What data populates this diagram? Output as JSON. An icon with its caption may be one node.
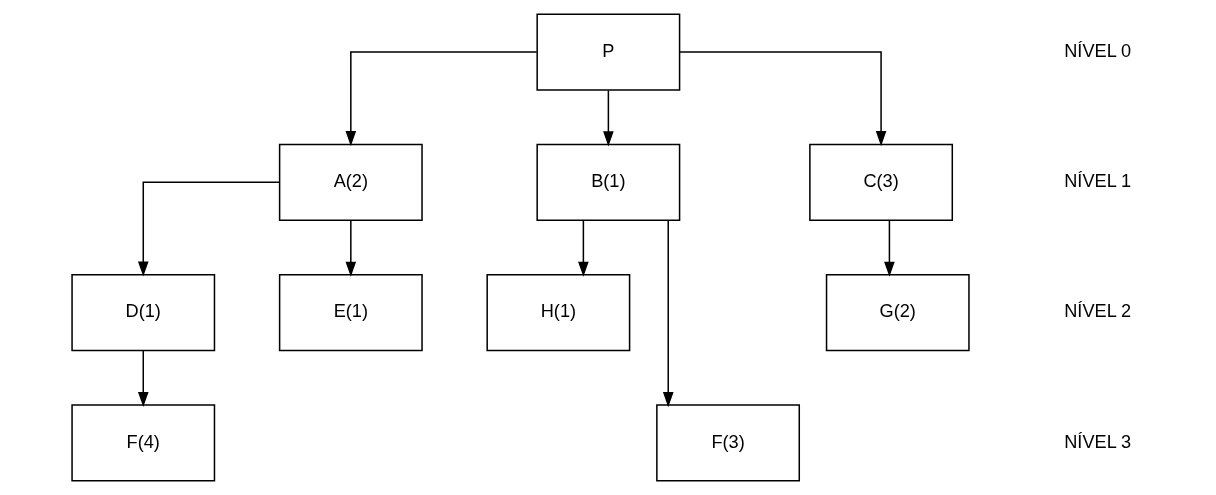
{
  "diagram": {
    "nodes": [
      {
        "text": [
          "P"
        ]
      },
      {
        "text": [
          "A(2)"
        ]
      },
      {
        "text": [
          "B(1)"
        ]
      },
      {
        "text": [
          "C(3)"
        ]
      },
      {
        "text": [
          "D(1)"
        ]
      },
      {
        "text": [
          "E(1)"
        ]
      },
      {
        "text": [
          "H(1)"
        ]
      },
      {
        "text": [
          "G(2)"
        ]
      },
      {
        "text": [
          "F(4)"
        ]
      },
      {
        "text": [
          "F(3)"
        ]
      }
    ],
    "edges": [
      {
        "from": 0,
        "to": 1,
        "arrow": "to"
      },
      {
        "from": 0,
        "to": 2,
        "arrow": "to"
      },
      {
        "from": 0,
        "to": 3,
        "arrow": "to"
      },
      {
        "from": 1,
        "to": 4,
        "arrow": "to"
      },
      {
        "from": 1,
        "to": 5,
        "arrow": "to"
      },
      {
        "from": 2,
        "to": 6,
        "arrow": "to"
      },
      {
        "from": 2,
        "to": 9,
        "arrow": "to"
      },
      {
        "from": 3,
        "to": 7,
        "arrow": "to"
      },
      {
        "from": 4,
        "to": 8,
        "arrow": "to"
      }
    ],
    "labels": [
      "NÍVEL 0",
      "NÍVEL 1",
      "NÍVEL 2",
      "NÍVEL 3"
    ]
  }
}
